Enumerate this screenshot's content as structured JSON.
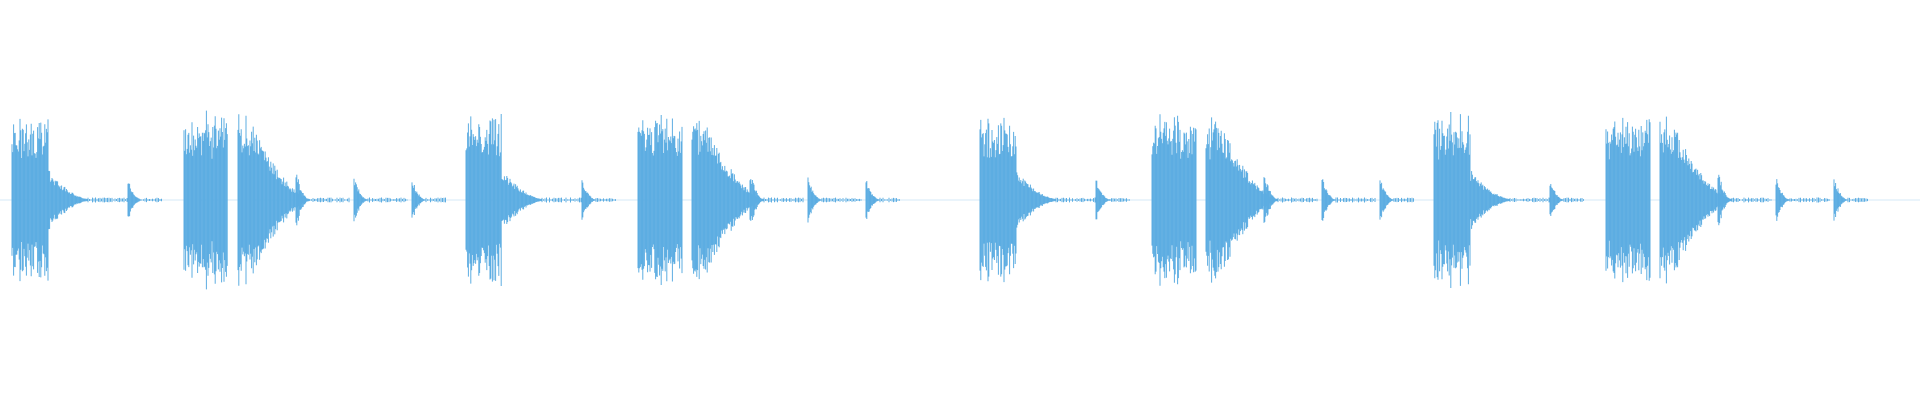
{
  "waveform": {
    "color": "#5dade2",
    "background": "#ffffff",
    "pattern": [
      "double",
      "triple",
      "single",
      "triple",
      "single",
      "triple",
      "single",
      "triple"
    ]
  }
}
